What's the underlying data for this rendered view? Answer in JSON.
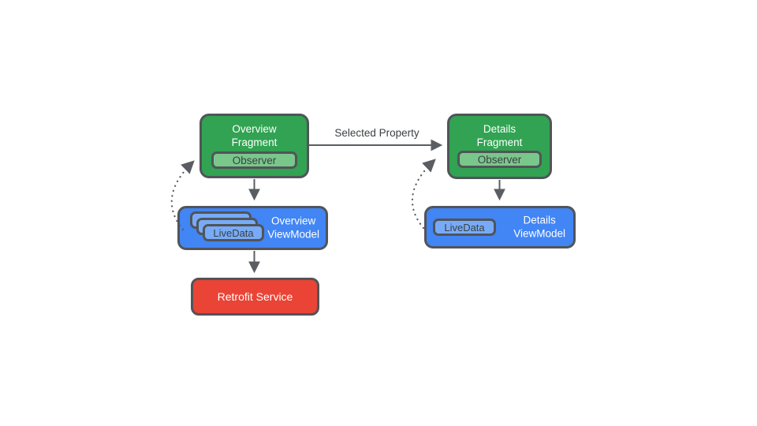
{
  "diagram": {
    "nodes": {
      "overview_fragment": {
        "title": "Overview\nFragment",
        "observer_label": "Observer"
      },
      "details_fragment": {
        "title": "Details\nFragment",
        "observer_label": "Observer"
      },
      "overview_viewmodel": {
        "title": "Overview\nViewModel",
        "livedata_label": "LiveData"
      },
      "details_viewmodel": {
        "title": "Details\nViewModel",
        "livedata_label": "LiveData"
      },
      "retrofit_service": {
        "label": "Retrofit Service"
      }
    },
    "edges": {
      "selected_property_label": "Selected Property"
    },
    "colors": {
      "green": "#31a352",
      "light_green": "#7ac78c",
      "blue": "#4285f4",
      "light_blue": "#78abf7",
      "red": "#e94435",
      "border": "#515458",
      "arrow": "#5a5e63",
      "text_light": "#ffffff",
      "text_dark": "#3c4043"
    }
  }
}
